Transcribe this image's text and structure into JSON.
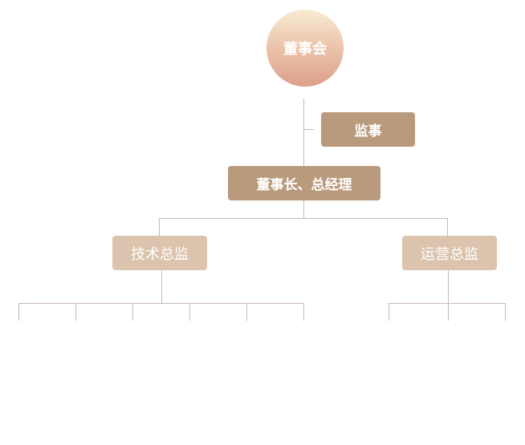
{
  "org_chart": {
    "board": "董事会",
    "supervisor": "监事",
    "chairman_gm": "董事长、总经理",
    "tech_director": "技术总监",
    "ops_director": "运营总监"
  },
  "colors": {
    "board_gradient_top": "#f8ebd3",
    "board_gradient_bottom": "#dc9f8a",
    "primary_box": "#b99a7c",
    "secondary_box": "#dcc3ad",
    "connector": "#c9b8b4",
    "text": "#ffffff"
  }
}
